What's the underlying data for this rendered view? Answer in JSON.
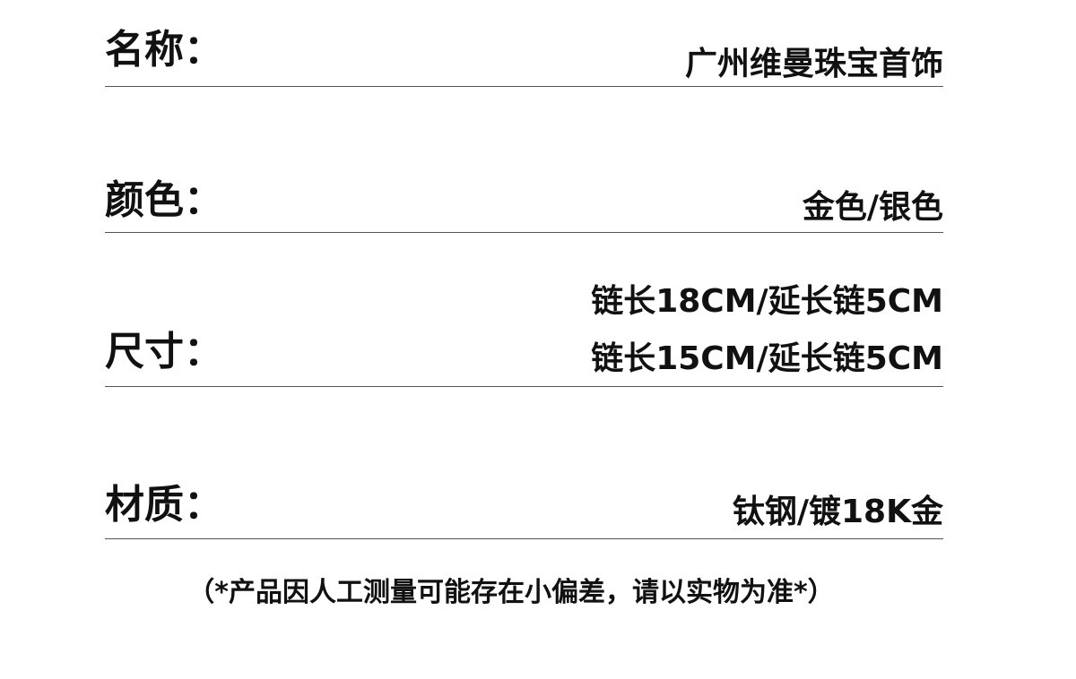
{
  "specs": [
    {
      "label": "名称：",
      "values": [
        "广州维曼珠宝首饰"
      ]
    },
    {
      "label": "颜色：",
      "values": [
        "金色/银色"
      ]
    },
    {
      "label": "尺寸：",
      "values": [
        "链长18CM/延长链5CM",
        "链长15CM/延长链5CM"
      ]
    },
    {
      "label": "材质：",
      "values": [
        "钛钢/镀18K金"
      ]
    }
  ],
  "footnote": "（*产品因人工测量可能存在小偏差，请以实物为准*）",
  "colors": {
    "text": "#111111",
    "divider": "#555555",
    "background": "#ffffff"
  }
}
